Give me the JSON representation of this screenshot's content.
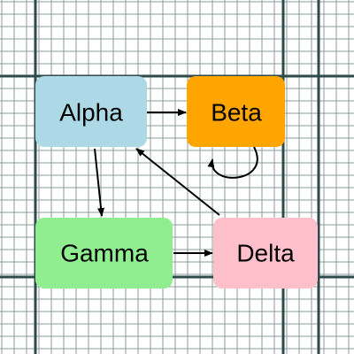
{
  "canvas": {
    "background": "#ffffff",
    "minor_grid_color": "#8d9b9b",
    "major_grid_color": "#2f4a4a",
    "edge_color": "#000000"
  },
  "nodes": [
    {
      "id": "alpha",
      "label": "Alpha",
      "fill": "#add8e6"
    },
    {
      "id": "beta",
      "label": "Beta",
      "fill": "#ffa500"
    },
    {
      "id": "gamma",
      "label": "Gamma",
      "fill": "#90ee90"
    },
    {
      "id": "delta",
      "label": "Delta",
      "fill": "#ffc0cb"
    }
  ],
  "edges": [
    {
      "from": "alpha",
      "to": "beta"
    },
    {
      "from": "alpha",
      "to": "gamma"
    },
    {
      "from": "beta",
      "to": "beta"
    },
    {
      "from": "gamma",
      "to": "delta"
    },
    {
      "from": "delta",
      "to": "alpha"
    }
  ]
}
